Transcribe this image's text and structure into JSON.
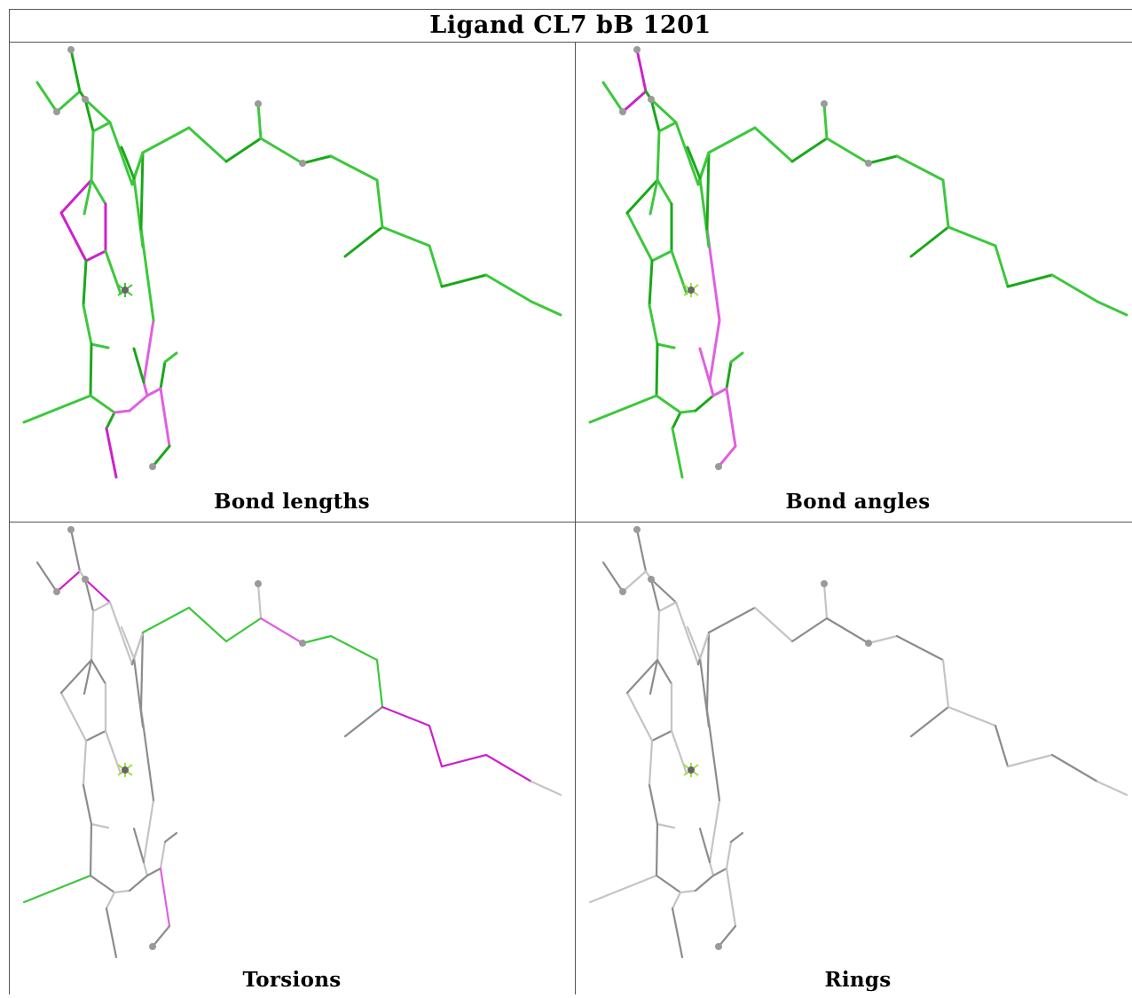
{
  "title": "Ligand CL7 bB 1201",
  "panels": [
    {
      "id": "bond-lengths",
      "caption": "Bond lengths"
    },
    {
      "id": "bond-angles",
      "caption": "Bond angles"
    },
    {
      "id": "torsions",
      "caption": "Torsions"
    },
    {
      "id": "rings",
      "caption": "Rings"
    }
  ],
  "colors": {
    "ok": "#3cc83c",
    "ok_dark": "#1aa81a",
    "outlier": "#cc22cc",
    "outlier_light": "#e060e0",
    "neutral": "#8c8c8c",
    "neutral_light": "#c4c4c4",
    "atom": "#9a9a9a",
    "metal": "#a0e040",
    "grid": "#555555"
  }
}
